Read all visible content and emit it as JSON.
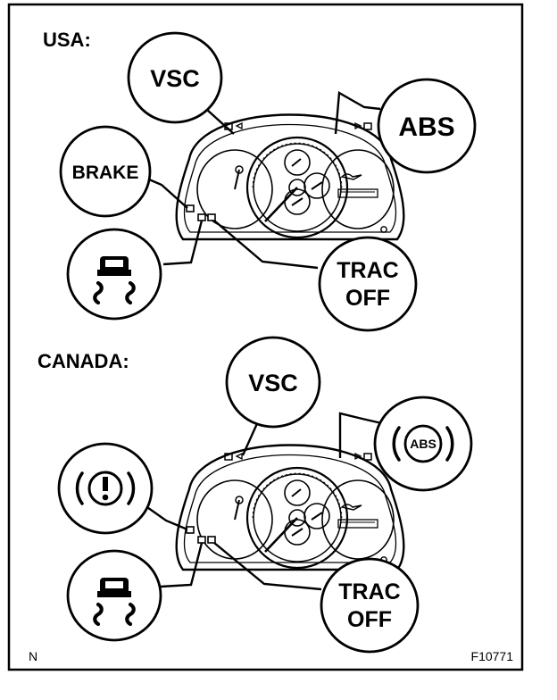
{
  "sections": {
    "usa": {
      "title": "USA:",
      "vsc": "VSC",
      "abs": "ABS",
      "brake": "BRAKE",
      "trac_line1": "TRAC",
      "trac_line2": "OFF",
      "slip_icon": "skid-car-icon"
    },
    "canada": {
      "title": "CANADA:",
      "vsc": "VSC",
      "abs": "ABS",
      "brake_icon": "brake-warning-icon",
      "trac_line1": "TRAC",
      "trac_line2": "OFF",
      "slip_icon": "skid-car-icon"
    }
  },
  "footer": {
    "left": "N",
    "right": "F10771"
  }
}
